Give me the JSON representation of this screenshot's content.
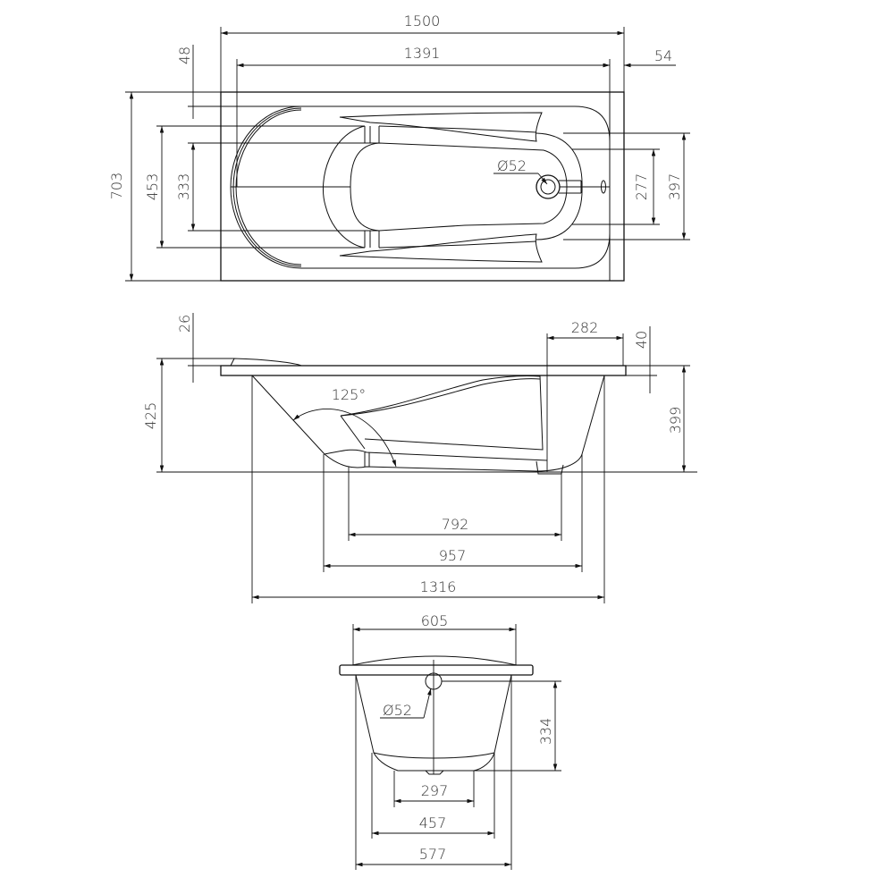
{
  "top_view": {
    "overall_length": "1500",
    "inner_length": "1391",
    "rim_top": "48",
    "rim_end": "54",
    "overall_width": "703",
    "inner_width": "453",
    "bottom_width": "333",
    "drain_diameter": "Ø52",
    "foot_bottom_width": "277",
    "foot_width": "397"
  },
  "side_view": {
    "headrest_height": "26",
    "rim_offset": "282",
    "rim_height": "40",
    "overall_height": "425",
    "depth": "399",
    "backrest_angle": "125°",
    "bottom_length": "792",
    "base_length": "957",
    "body_length": "1316"
  },
  "end_view": {
    "top_width": "605",
    "overflow_diameter": "Ø52",
    "overflow_height": "334",
    "foot_spacing": "297",
    "base_width": "457",
    "body_width": "577"
  }
}
